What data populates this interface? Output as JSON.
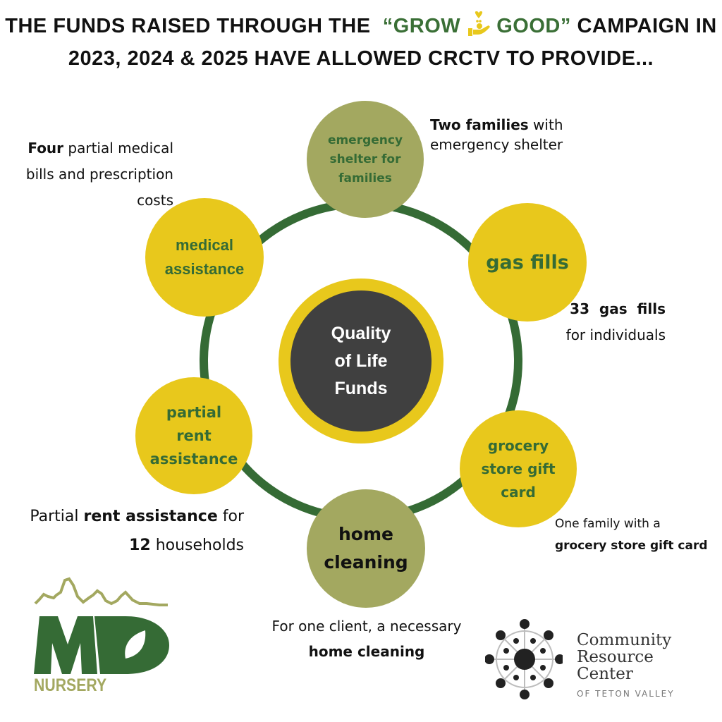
{
  "title": {
    "part1": "THE FUNDS RAISED THROUGH THE",
    "campaign_open": "“GROW",
    "campaign_close": "GOOD”",
    "part2": "CAMPAIGN IN",
    "line2": "2023, 2024 & 2025 HAVE ALLOWED CRCTV TO PROVIDE..."
  },
  "center": {
    "label": "Quality of Life Funds"
  },
  "nodes": {
    "emergency": "emergency shelter for families",
    "gas": "gas fills",
    "grocery": "grocery store gift card",
    "cleaning": "home cleaning",
    "rent": "partial rent assistance",
    "medical": "medical assistance"
  },
  "notes": {
    "emergency": {
      "bold": "Two families",
      "rest1": " with",
      "rest2": "emergency shelter"
    },
    "gas": {
      "bold": "33  gas  fills",
      "rest": "for individuals"
    },
    "grocery": {
      "line1": "One family with a",
      "bold": "grocery store gift card"
    },
    "cleaning": {
      "line1": "For one client, a necessary",
      "bold": "home cleaning"
    },
    "rent": {
      "pre": "Partial ",
      "bold": "rent assistance",
      "post": " for",
      "bold2": "12",
      "post2": " households"
    },
    "medical": {
      "bold": "Four",
      "rest1": " partial medical",
      "rest2": "bills and prescription",
      "rest3": "costs"
    }
  },
  "logos": {
    "md_nursery": {
      "letters": "MD",
      "word": "NURSERY"
    },
    "crc": {
      "line1": "Community",
      "line2": "Resource",
      "line3": "Center",
      "line4": "OF TETON VALLEY"
    }
  },
  "colors": {
    "green": "#356b35",
    "yellow": "#e8c81c",
    "olive": "#a3a860",
    "dark": "#404040"
  }
}
